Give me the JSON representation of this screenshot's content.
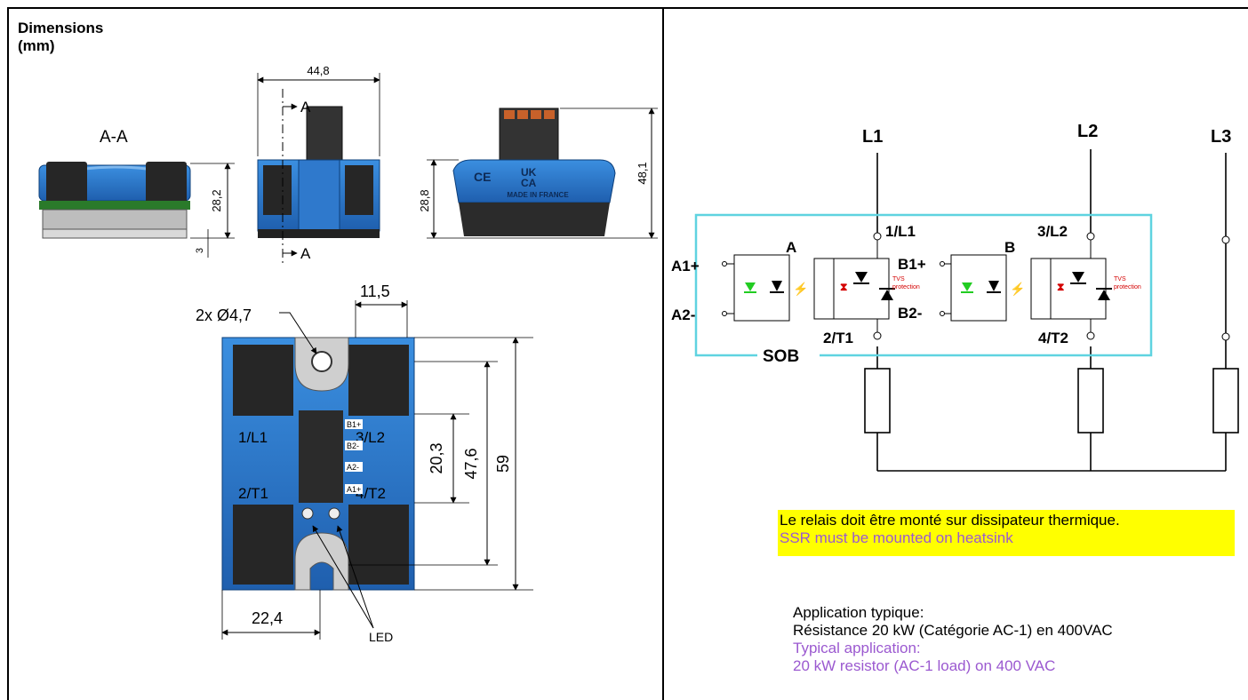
{
  "left_panel": {
    "title_line1": "Dimensions",
    "title_line2": "(mm)",
    "section_label": "A-A",
    "cut_mark_top": "A",
    "cut_mark_bottom": "A",
    "dims": {
      "top_width": "44,8",
      "section_height": "28,2",
      "section_base": "3",
      "back_height": "28,8",
      "back_total_height": "48,1",
      "screw_hole": "2x Ø4,7",
      "connector_width": "11,5",
      "connector_span": "20,3",
      "hole_spacing": "47,6",
      "total_length": "59",
      "half_width": "22,4"
    },
    "terminals": {
      "t1": "1/L1",
      "t2": "3/L2",
      "t3": "2/T1",
      "t4": "4/T2"
    },
    "control_pins": [
      "B1+",
      "B2-",
      "A2-",
      "A1+"
    ],
    "led_label": "LED",
    "marking_text": "MADE IN FRANCE",
    "marking_ce": "CE",
    "marking_ukca_1": "UK",
    "marking_ukca_2": "CA"
  },
  "right_panel": {
    "lines": [
      "L1",
      "L2",
      "L3"
    ],
    "inputs": {
      "a1": "A1+",
      "a2": "A2-",
      "b1": "B1+",
      "b2": "B2-"
    },
    "channel_a": "A",
    "channel_b": "B",
    "terminals": {
      "l1": "1/L1",
      "t1": "2/T1",
      "l2": "3/L2",
      "t2": "4/T2"
    },
    "sob_label": "SOB",
    "tvs_line1": "TVS",
    "tvs_line2": "protection",
    "note_fr": "Le relais doit être monté sur dissipateur thermique.",
    "note_en": "SSR must be mounted on heatsink",
    "app_fr_1": "Application typique:",
    "app_fr_2": "Résistance 20 kW (Catégorie AC-1) en 400VAC",
    "app_en_1": "Typical application:",
    "app_en_2": "20 kW resistor (AC-1 load) on 400 VAC",
    "colors": {
      "box": "#5fd3e0",
      "highlight": "#ffff00",
      "english_text": "#9b59d0",
      "tvs_text": "#d40000",
      "led_green": "#22cc22"
    }
  }
}
